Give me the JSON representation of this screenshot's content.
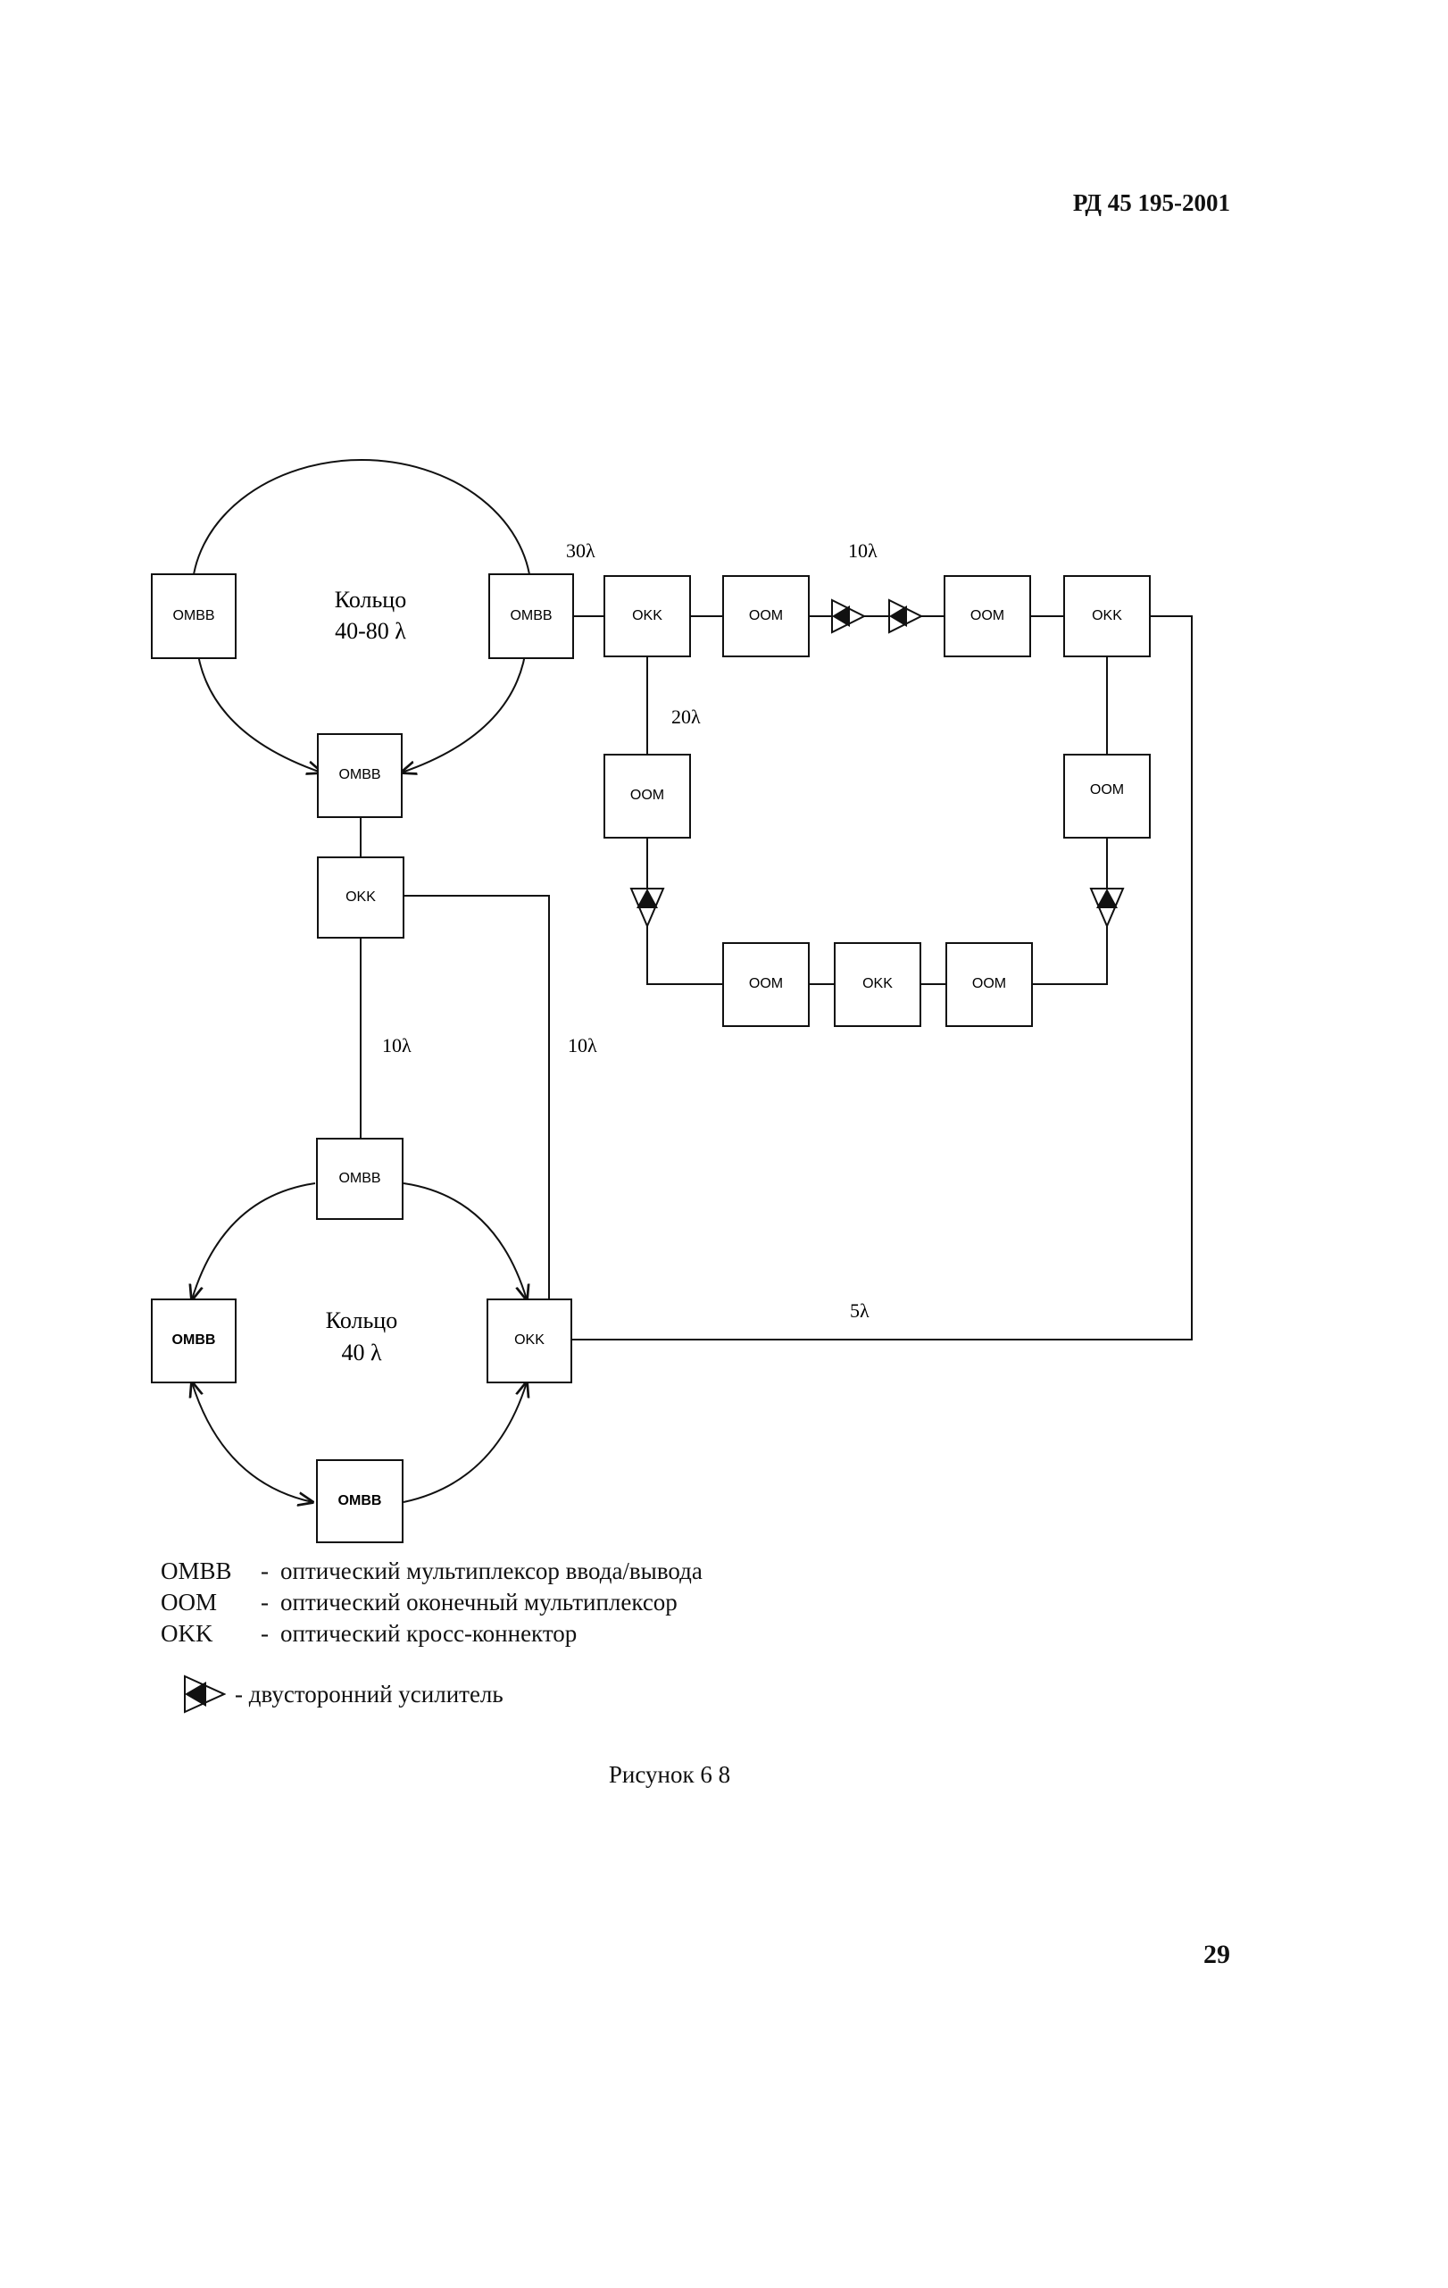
{
  "header": {
    "doc_id": "РД 45 195-2001"
  },
  "rings": {
    "top": {
      "line1": "Кольцо",
      "line2": "40-80 λ"
    },
    "bottom": {
      "line1": "Кольцо",
      "line2": "40 λ"
    }
  },
  "nodes": {
    "top_left": "OMBB",
    "top_right": "OMBB",
    "top_bottom": "OMBB",
    "okk_mid": "OKK",
    "bot_top": "OMBB",
    "bot_left": "OMBB",
    "bot_right": "OKK",
    "bot_bottom": "OMBB",
    "okk_a": "OKK",
    "oom_a": "OOM",
    "oom_b": "OOM",
    "okk_b": "OKK",
    "oom_left": "OOM",
    "oom_right": "OOM",
    "oom_bl": "OOM",
    "okk_c": "OKK",
    "oom_br": "OOM"
  },
  "links": {
    "l30": "30λ",
    "l10_top": "10λ",
    "l20": "20λ",
    "l10_mid": "10λ",
    "l10_right": "10λ",
    "l5": "5λ"
  },
  "legend": [
    {
      "abbr": "OMBB",
      "desc": "оптический мультиплексор ввода/вывода"
    },
    {
      "abbr": "OOM",
      "desc": "оптический оконечный мультиплексор"
    },
    {
      "abbr": "OKK",
      "desc": "оптический кросс-коннектор"
    }
  ],
  "amplifier_legend": "двусторонний усилитель",
  "caption": "Рисунок 6 8",
  "page_number": "29"
}
